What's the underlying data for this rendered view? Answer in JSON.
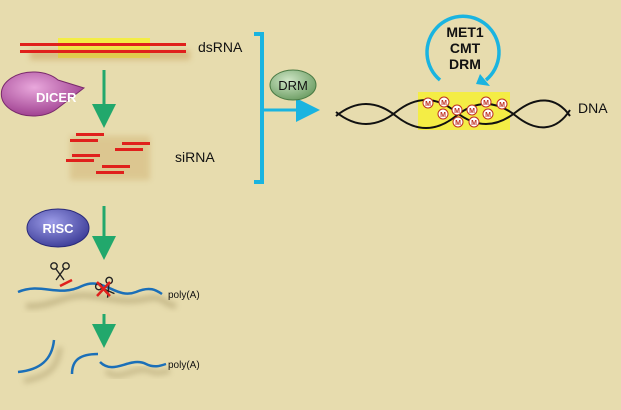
{
  "labels": {
    "dsrna": "dsRNA",
    "sirna": "siRNA",
    "dna": "DNA",
    "dicer": "DICER",
    "risc": "RISC",
    "drm": "DRM",
    "polya_1": "poly(A)",
    "polya_2": "poly(A)",
    "methylases": [
      "MET1",
      "CMT",
      "DRM"
    ],
    "methyl_mark": "M"
  },
  "colors": {
    "background": "#e7dcae",
    "rna_red": "#e0201c",
    "highlight_yellow": "#f5ee3a",
    "arrow_green": "#22a86c",
    "bracket_cyan": "#1ab4e0",
    "mrna_blue": "#1b6fb8",
    "dicer_purple": "#b04aa2",
    "risc_blue": "#4a4aa8",
    "drm_green": "#7aa870"
  },
  "icons": {
    "cut": "scissors-icon",
    "cut_mark": "red-x-icon"
  }
}
